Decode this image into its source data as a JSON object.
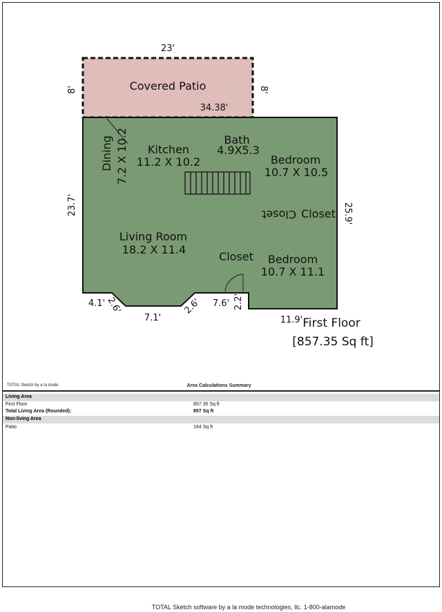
{
  "patio": {
    "label": "Covered Patio",
    "dim_top": "23'",
    "dim_left": "8'",
    "dim_right": "8'",
    "dim_inner": "34.38'"
  },
  "rooms": {
    "dining": {
      "name": "Dining",
      "size": "7.2 X 10.2"
    },
    "kitchen": {
      "name": "Kitchen",
      "size": "11.2 X 10.2"
    },
    "bath": {
      "name": "Bath",
      "size": "4.9X5.3"
    },
    "bedroom1": {
      "name": "Bedroom",
      "size": "10.7 X 10.5"
    },
    "closet1": "Closet",
    "closet1_mirror": "Closet",
    "living": {
      "name": "Living Room",
      "size": "18.2 X 11.4"
    },
    "closet2": "Closet",
    "bedroom2": {
      "name": "Bedroom",
      "size": "10.7 X 11.1"
    }
  },
  "dims": {
    "left": "23.7'",
    "right": "25.9'",
    "b1": "4.1'",
    "b2": "2.6'",
    "b3": "7.1'",
    "b4": "2.6'",
    "b5": "7.6'",
    "b6": "2.2'",
    "b7": "11.9'"
  },
  "floor": {
    "name": "First Floor",
    "area": "[857.35 Sq ft]"
  },
  "summary": {
    "software_small": "TOTAL Sketch by a la mode",
    "title": "Area Calculations Summary",
    "living_area": "Living Area",
    "first_floor": "First Floor",
    "first_floor_val": "857.35 Sq ft",
    "total_label": "Total Living Area (Rounded):",
    "total_val": "857 Sq ft",
    "nonliving": "Non-living Area",
    "patio": "Patio",
    "patio_val": "184 Sq ft"
  },
  "footer": "TOTAL Sketch software by a la mode technologies, llc. 1-800-alamode",
  "colors": {
    "floor": "#7a9a73",
    "patio": "#ecc9c6"
  }
}
